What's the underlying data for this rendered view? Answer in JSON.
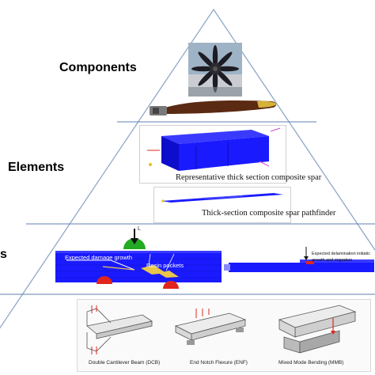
{
  "tiers": {
    "components": "Components",
    "elements": "Elements",
    "details": "s"
  },
  "captions": {
    "spar": "Representative thick section composite spar",
    "pathfinder": "Thick-section composite spar pathfinder"
  },
  "details_panel": {
    "load_label": "L",
    "expected_damage": "Expected damage growth",
    "resin_pockets": "Resin pockets",
    "delamination_line1": "Expected delamination initiatic",
    "delamination_line2": "growth and migration"
  },
  "coupons": [
    "Double Cantilever Beam (DCB)",
    "End Notch Flexure (ENF)",
    "Mixed Mode Bending (MMB)"
  ],
  "colors": {
    "outline": "#8ea8c8",
    "divider": "#5f7fb0",
    "spar_blue": "#1a1aff",
    "load_green": "#22aa22",
    "support_red": "#e0261c"
  }
}
